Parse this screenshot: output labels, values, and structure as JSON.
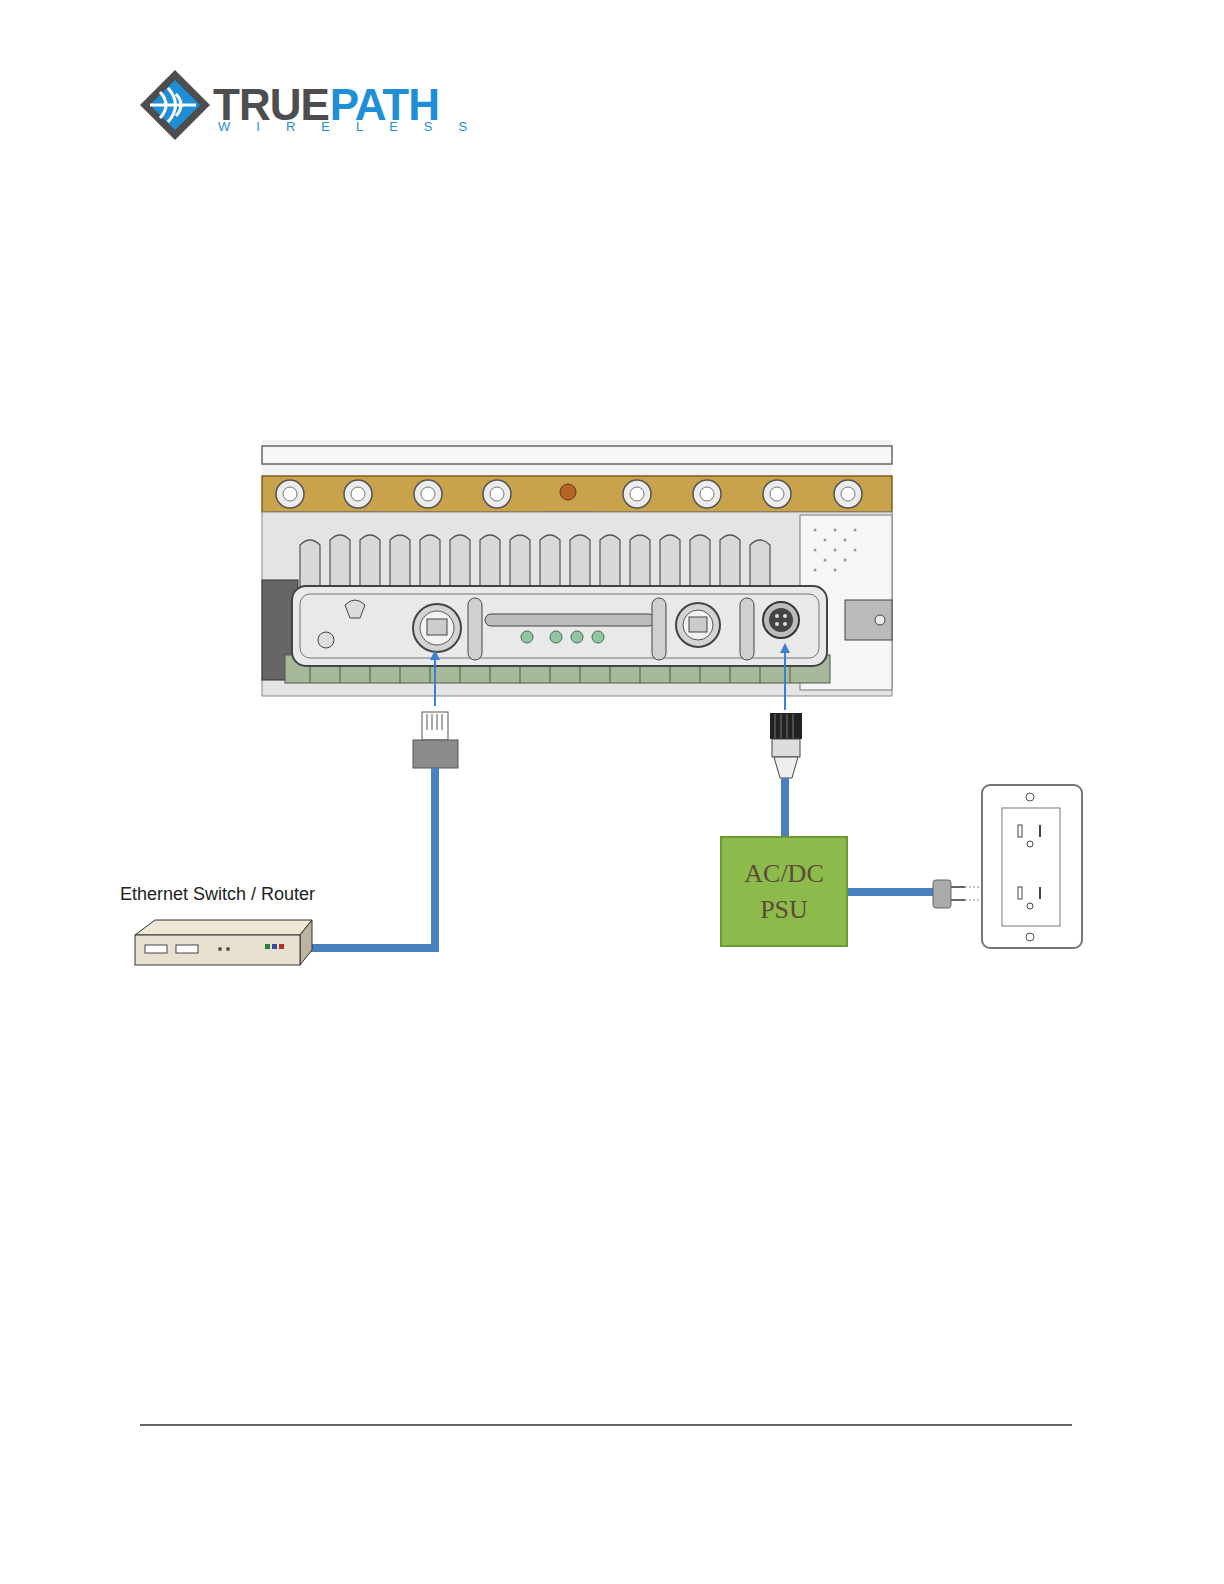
{
  "diagram": {
    "nodes": [
      {
        "text": [
          "Ethernet Switch / Router"
        ]
      },
      {
        "text": [
          "AC/DC PSU"
        ]
      }
    ],
    "labels": [
      "TRUE",
      "PATH",
      "WIRELESS"
    ]
  }
}
